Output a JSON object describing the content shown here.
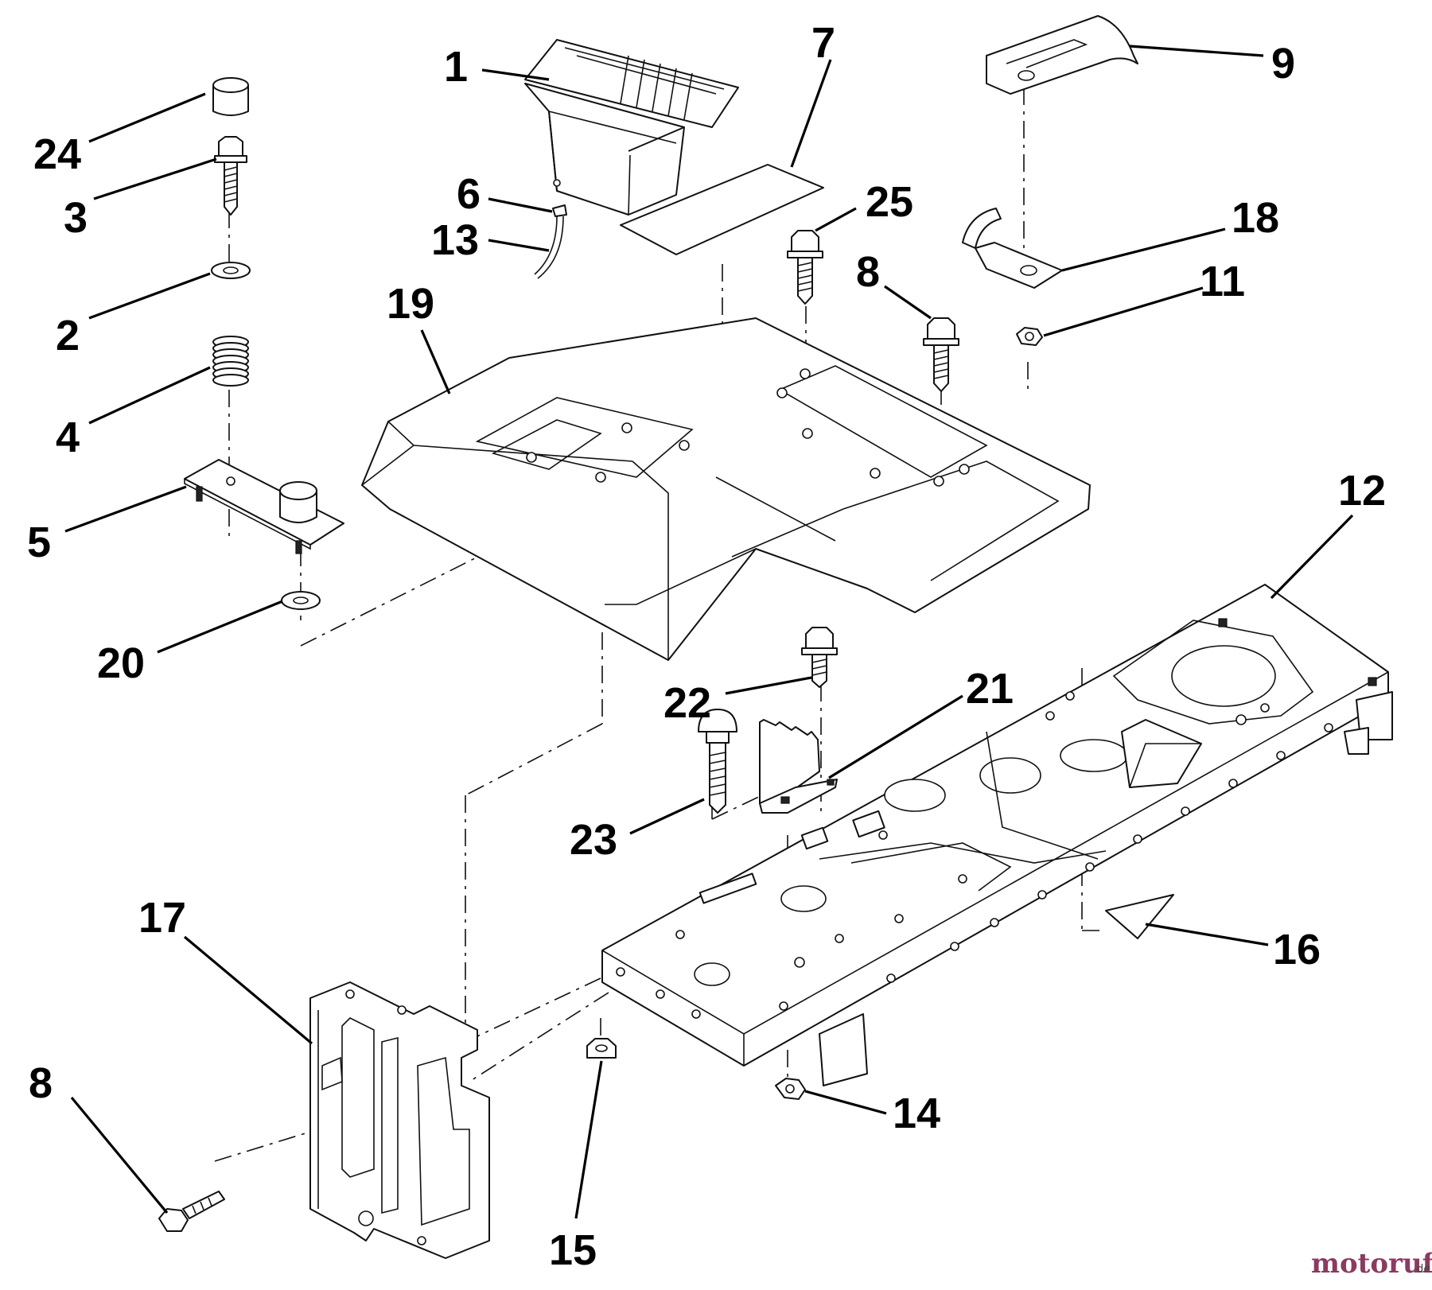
{
  "diagram": {
    "callouts": [
      "1",
      "24",
      "3",
      "2",
      "4",
      "5",
      "20",
      "6",
      "13",
      "7",
      "9",
      "25",
      "18",
      "8",
      "11",
      "19",
      "12",
      "22",
      "21",
      "23",
      "17",
      "16",
      "8",
      "14",
      "15"
    ]
  },
  "watermark": {
    "text": "motoruf",
    "suffix": ".de",
    "color": "#8b3a62"
  }
}
